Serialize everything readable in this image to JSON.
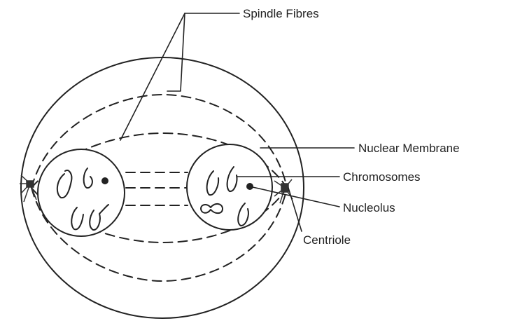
{
  "labels": {
    "spindle_fibres": "Spindle Fibres",
    "nuclear_membrane": "Nuclear Membrane",
    "chromosomes": "Chromosomes",
    "nucleolus": "Nucleolus",
    "centriole": "Centriole"
  },
  "colors": {
    "ink": "#222222",
    "background": "#ffffff"
  }
}
